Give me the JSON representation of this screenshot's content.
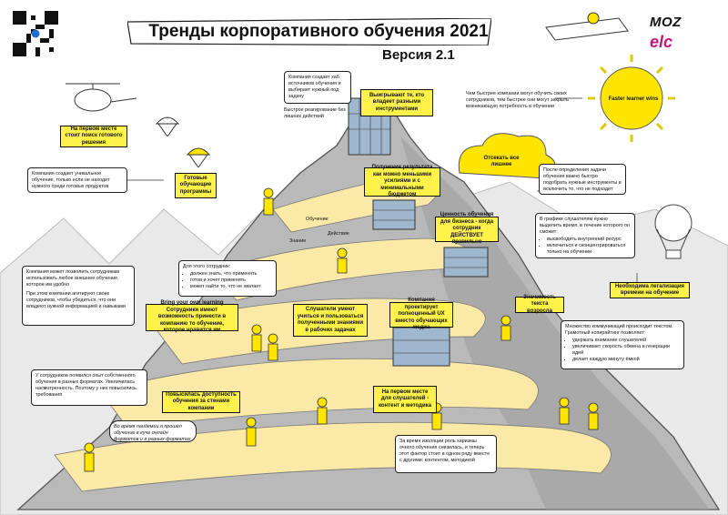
{
  "header": {
    "title": "Тренды корпоративного обучения 2021",
    "version": "Версия 2.1"
  },
  "logos": {
    "moz": "MOZ",
    "elc": "elc"
  },
  "yellow_labels": {
    "first_place_ready": "На первом месте стоит поиск готового решения",
    "ready_programs": "Готовые обучающие программы",
    "hub_tools": "Выигрывают те, кто владеет разными инструментами",
    "faster_learner": "Faster learner wins",
    "cut_extra": "Отсекать все лишнее",
    "result_min_effort": "Получение результата как можно меньшими усилиями и с минимальными бюджетом",
    "value_business": "Ценность обучения для бизнеса - когда сотрудник ДЕЙСТВУЕТ правильно",
    "legalize_time": "Необходима легализация времени на обучение",
    "byol": "Bring your own learning Сотрудники имеют возможность принести в компанию то обучение, которое нравится им",
    "listeners_apply": "Слушатели умеют учиться и пользоваться полученными знаниями в рабочих задачах",
    "company_projects": "Компания проектирует полноценный UX вместо обучающих медиа",
    "text_importance": "Значимость текста возросла",
    "access_outside": "Повысилась доступность обучения за стенами компании",
    "content_method": "На первом месте для слушателей - контент и методика"
  },
  "notes": {
    "company_hub": "Компания создает хаб источников обучения и выбирает нужный под задачу",
    "quick_react": "Быстрое реагирование без лишних действий",
    "faster_text": "Чем быстрее компании могут обучить своих сотрудников, тем быстрее они могут закрыть возникающую потребность в обучении",
    "unique_training": "Компания создает уникальное обучение, только если не находит нужного среди готовых продуктов",
    "after_task": "После определения задачи обучения важно быстро подобрать нужные инструменты и исключить то, что не подходит",
    "schedule": {
      "intro": "В графике слушателям нужно выделить время, в течение которого он сможет:",
      "items": [
        "высвободить внутренний ресурс",
        "включиться и сконцентрироваться только на обучении"
      ]
    },
    "for_training": {
      "intro": "Для этого сотрудник:",
      "items": [
        "должен знать, что применять",
        "готов и хочет применять",
        "может найти то, что не хватает"
      ]
    },
    "allow_external": "Компания может позволить сотрудникам использовать любое внешнее обучение, которое им удобно",
    "allow_external_2": "При этом компании агитируют своих сотрудников, чтобы убедиться, что они владеют нужной информацией и навыками",
    "communications": {
      "intro": "Множество коммуникаций происходит текстом. Грамотный копирайтинг позволяет:",
      "items": [
        "удержать внимание слушателей",
        "увеличивает скорость обмена и генерации идей",
        "делает каждую минуту ёмкой"
      ]
    },
    "experience": "У сотрудников появился опыт собственного обучения в разных форматах. Увеличилась насмотренность. Поэтому у них повысились требования",
    "pandemic": "За время изоляции роль харизмы очного обучения снизилась, и теперь этот фактор стоит в одном ряду вместе с другими: контентом, методикой",
    "speech_bubble": "Во время пандемии я прошёл обучение в куче онлайн форматов и в разных форматах"
  },
  "small_labels": {
    "learning": "Обучение",
    "action": "Действие",
    "knowledge": "Знание"
  },
  "colors": {
    "yellow": "#fff24a",
    "mountain": "#b9b9b9",
    "mountain_dark": "#8f8f8f",
    "path": "#fbe9a8",
    "sky_gray": "#e6e6e6",
    "sun": "#ffe500",
    "brand_elc": "#c0187a"
  }
}
